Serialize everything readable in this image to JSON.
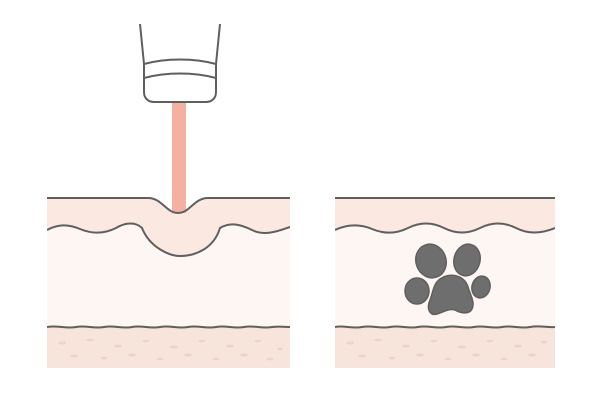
{
  "colors": {
    "background": "#ffffff",
    "outline": "#5f5f5f",
    "epidermis": "#fbe8e0",
    "dermis": "#fdf6f2",
    "subcutis": "#f7e4da",
    "subcutis_dots": "#f0d2c6",
    "laser_beam": "#f4b1a2",
    "handpiece": "#ffffff",
    "tattoo_ink": "#6e6e6e"
  },
  "panels": [
    {
      "name": "laser-treatment-panel",
      "shows": [
        "laser-handpiece-icon",
        "laser-beam",
        "depressed-skin-cross-section"
      ]
    },
    {
      "name": "tattoo-pigment-panel",
      "shows": [
        "skin-cross-section",
        "paw-print-tattoo-icon"
      ]
    }
  ]
}
